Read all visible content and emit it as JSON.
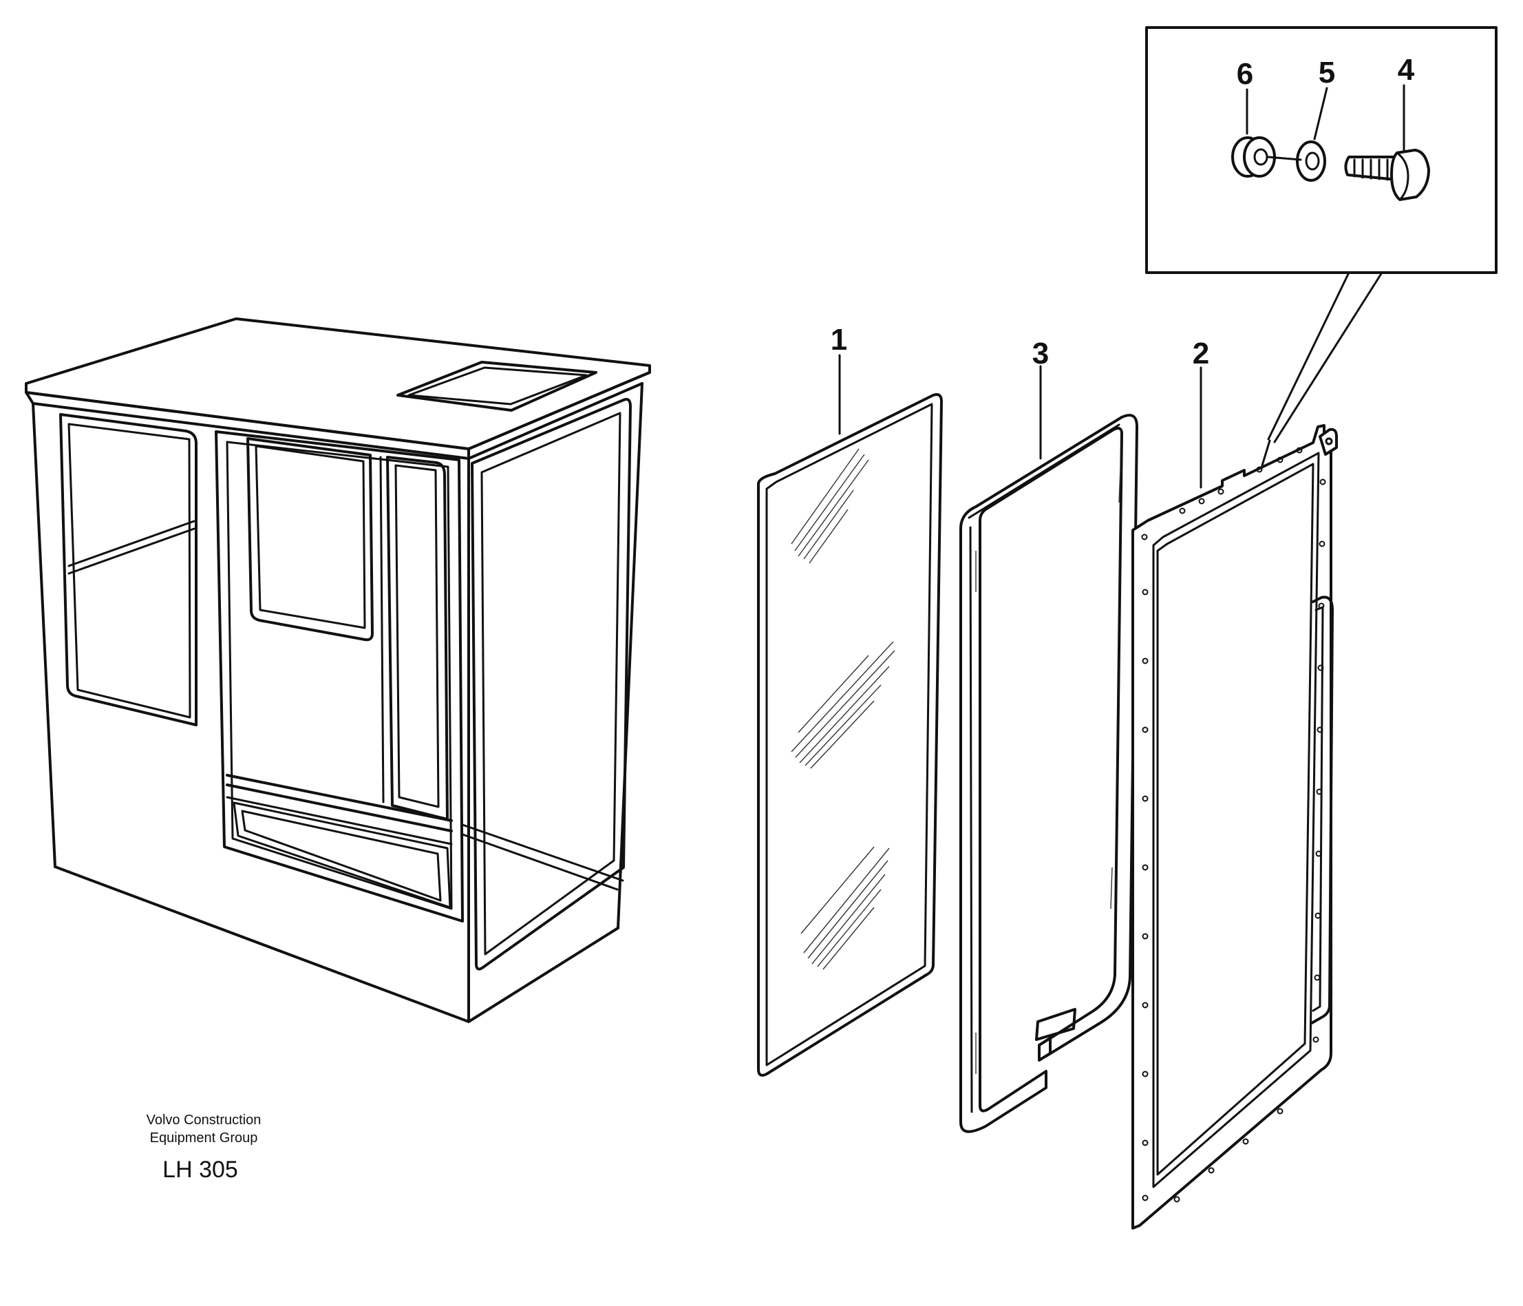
{
  "caption": {
    "line1": "Volvo Construction",
    "line2": "Equipment Group",
    "code": "LH 305"
  },
  "callouts": {
    "item1": "1",
    "item2": "2",
    "item3": "3",
    "item4": "4",
    "item5": "5",
    "item6": "6"
  },
  "colors": {
    "line": "#111111",
    "background": "#ffffff"
  }
}
